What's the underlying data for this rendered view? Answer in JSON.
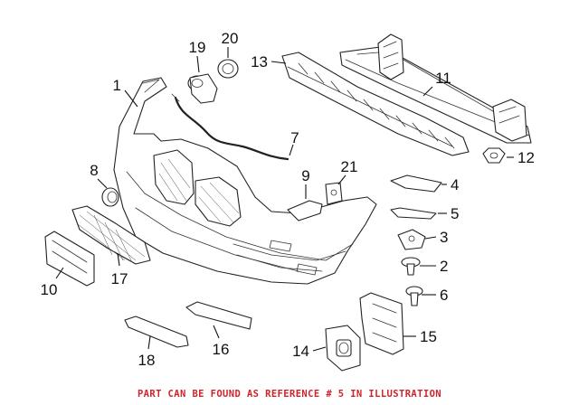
{
  "callouts": [
    "1",
    "2",
    "3",
    "4",
    "5",
    "6",
    "7",
    "8",
    "9",
    "10",
    "11",
    "12",
    "13",
    "14",
    "15",
    "16",
    "17",
    "18",
    "19",
    "20",
    "21"
  ],
  "footer": {
    "note": "PART CAN BE FOUND AS REFERENCE # 5 IN ILLUSTRATION",
    "color": "#d2232a"
  }
}
